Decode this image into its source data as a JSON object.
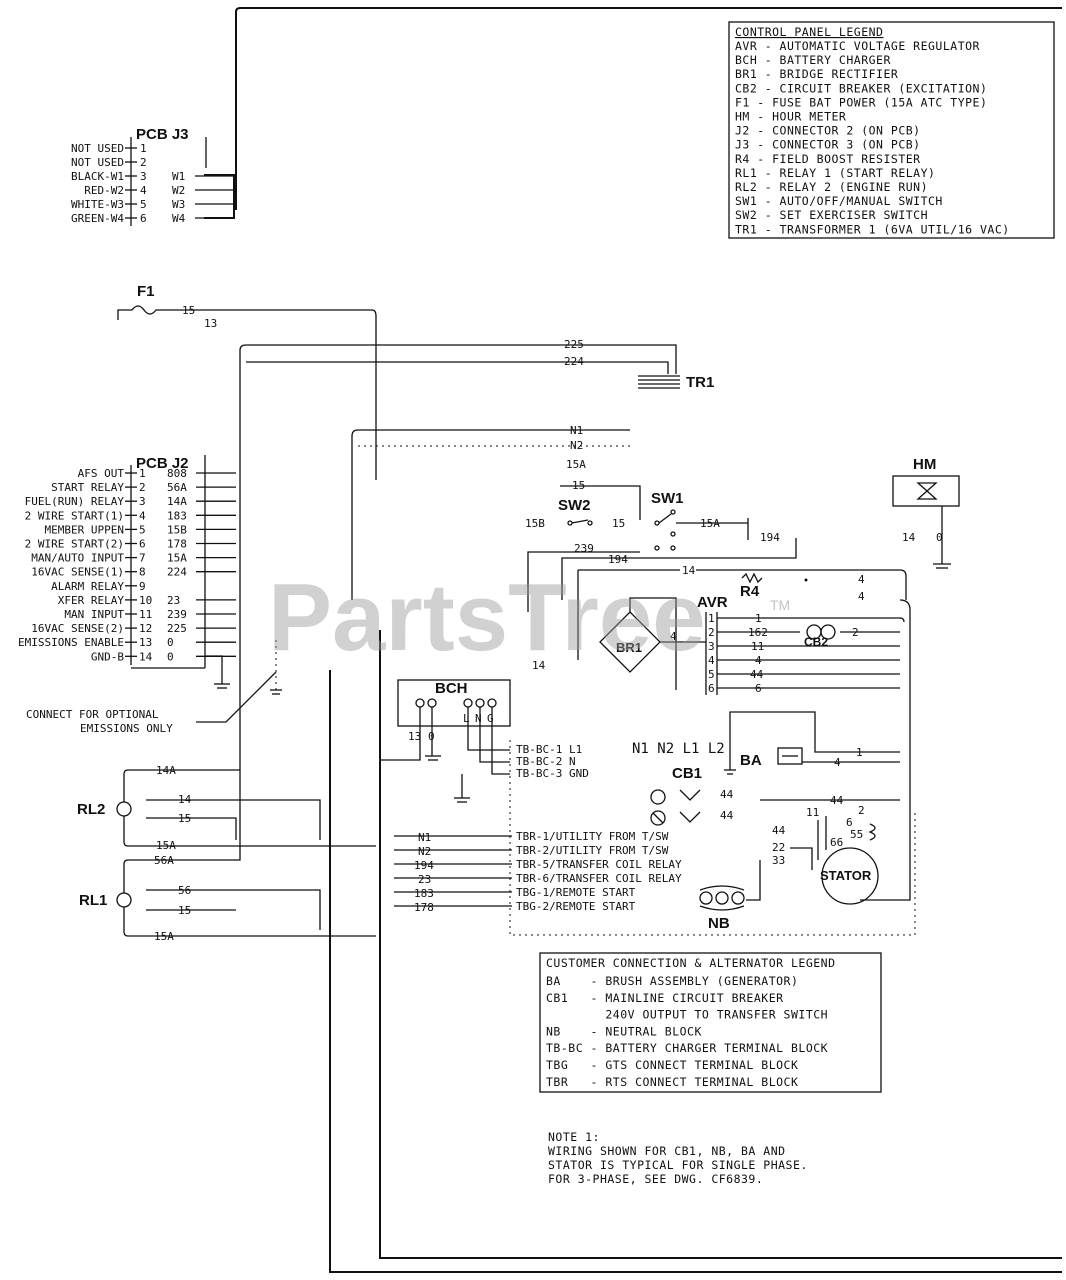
{
  "control_legend": {
    "title": "CONTROL PANEL LEGEND",
    "rows": [
      "AVR  - AUTOMATIC VOLTAGE REGULATOR",
      "BCH  - BATTERY CHARGER",
      "BR1  - BRIDGE RECTIFIER",
      "CB2  - CIRCUIT BREAKER (EXCITATION)",
      "F1   - FUSE BAT POWER (15A ATC TYPE)",
      "HM   - HOUR METER",
      "J2   - CONNECTOR 2 (ON PCB)",
      "J3   - CONNECTOR 3 (ON PCB)",
      "R4   - FIELD BOOST RESISTER",
      "RL1  - RELAY 1 (START RELAY)",
      "RL2  - RELAY 2 (ENGINE RUN)",
      "SW1  - AUTO/OFF/MANUAL SWITCH",
      "SW2  - SET EXERCISER SWITCH",
      "TR1  - TRANSFORMER 1 (6VA UTIL/16 VAC)"
    ]
  },
  "customer_legend": {
    "title": "CUSTOMER CONNECTION & ALTERNATOR LEGEND",
    "rows": [
      "BA    - BRUSH ASSEMBLY (GENERATOR)",
      "CB1   - MAINLINE CIRCUIT BREAKER",
      "        240V OUTPUT TO TRANSFER SWITCH",
      "NB    - NEUTRAL BLOCK",
      "TB-BC - BATTERY CHARGER TERMINAL BLOCK",
      "TBG   - GTS CONNECT TERMINAL BLOCK",
      "TBR   - RTS CONNECT TERMINAL BLOCK"
    ]
  },
  "note": {
    "lines": [
      "NOTE 1:",
      "WIRING SHOWN FOR CB1, NB, BA AND",
      "STATOR IS TYPICAL FOR SINGLE PHASE.",
      "FOR 3-PHASE, SEE DWG. CF6839."
    ]
  },
  "pcb_j3": {
    "title": "PCB J3",
    "rows": [
      {
        "label": "NOT USED",
        "pin": "1",
        "wire": ""
      },
      {
        "label": "NOT USED",
        "pin": "2",
        "wire": ""
      },
      {
        "label": "BLACK-W1",
        "pin": "3",
        "wire": "W1"
      },
      {
        "label": "RED-W2",
        "pin": "4",
        "wire": "W2"
      },
      {
        "label": "WHITE-W3",
        "pin": "5",
        "wire": "W3"
      },
      {
        "label": "GREEN-W4",
        "pin": "6",
        "wire": "W4"
      }
    ]
  },
  "pcb_j2": {
    "title": "PCB J2",
    "rows": [
      {
        "label": "AFS OUT",
        "pin": "1",
        "wire": "808"
      },
      {
        "label": "START RELAY",
        "pin": "2",
        "wire": "56A"
      },
      {
        "label": "FUEL(RUN) RELAY",
        "pin": "3",
        "wire": "14A"
      },
      {
        "label": "2 WIRE START(1)",
        "pin": "4",
        "wire": "183"
      },
      {
        "label": "MEMBER UPPEN",
        "pin": "5",
        "wire": "15B"
      },
      {
        "label": "2 WIRE START(2)",
        "pin": "6",
        "wire": "178"
      },
      {
        "label": "MAN/AUTO INPUT",
        "pin": "7",
        "wire": "15A"
      },
      {
        "label": "16VAC SENSE(1)",
        "pin": "8",
        "wire": "224"
      },
      {
        "label": "ALARM RELAY",
        "pin": "9",
        "wire": ""
      },
      {
        "label": "XFER RELAY",
        "pin": "10",
        "wire": "23"
      },
      {
        "label": "MAN INPUT",
        "pin": "11",
        "wire": "239"
      },
      {
        "label": "16VAC SENSE(2)",
        "pin": "12",
        "wire": "225"
      },
      {
        "label": "EMISSIONS ENABLE",
        "pin": "13",
        "wire": "0"
      },
      {
        "label": "GND-B",
        "pin": "14",
        "wire": "0"
      }
    ]
  },
  "components": {
    "f1": "F1",
    "tr1": "TR1",
    "sw1": "SW1",
    "sw2": "SW2",
    "hm": "HM",
    "r4": "R4",
    "avr": "AVR",
    "br1": "BR1",
    "cb2": "CB2",
    "bch": "BCH",
    "cb1": "CB1",
    "ba": "BA",
    "stator": "STATOR",
    "nb": "NB",
    "rl1": "RL1",
    "rl2": "RL2"
  },
  "wires": {
    "w15_f1": "15",
    "w13_f1": "13",
    "w225": "225",
    "w224": "224",
    "wN1": "N1",
    "wN2": "N2",
    "w15A": "15A",
    "w15": "15",
    "w15B": "15B",
    "w15_sw": "15",
    "w15A_sw": "15A",
    "w194": "194",
    "w239": "239",
    "w194b": "194",
    "w14_top": "14",
    "hm_14": "14",
    "hm_0": "0",
    "avr_1": "1",
    "avr_162": "162",
    "avr_11": "11",
    "avr_4": "4",
    "avr_44": "44",
    "avr_6": "6",
    "cb2_2": "2",
    "br1_in": "4",
    "w14_mid": "14",
    "bch_13": "13",
    "bch_0": "0",
    "ba_1": "1",
    "ba_4": "4",
    "cb1_44": "44",
    "cb1_44b": "44",
    "st_44": "44",
    "st_11": "11",
    "st_6": "6",
    "st_2": "2",
    "st_22": "22",
    "st_33": "33",
    "st_55": "55",
    "st_66": "66",
    "st_44c": "44",
    "r4_4a": "4",
    "r4_4b": "4",
    "rl2_14A": "14A",
    "rl2_14": "14",
    "rl2_15": "15",
    "rl2_15A": "15A",
    "rl1_56A": "56A",
    "rl1_56": "56",
    "rl1_15": "15",
    "rl1_15A": "15A",
    "tb_N1": "N1",
    "tb_N2": "N2",
    "tb_194": "194",
    "tb_23": "23",
    "tb_183": "183",
    "tb_178": "178",
    "util_labels": "N1  N2  L1  L2"
  },
  "tb_bc": [
    "TB-BC-1  L1",
    "TB-BC-2  N",
    "TB-BC-3  GND"
  ],
  "tb_rows": [
    "TBR-1/UTILITY FROM T/SW",
    "TBR-2/UTILITY FROM T/SW",
    "TBR-5/TRANSFER COIL RELAY",
    "TBR-6/TRANSFER COIL RELAY",
    "TBG-1/REMOTE START",
    "TBG-2/REMOTE START"
  ],
  "bch_terms": {
    "l": "L",
    "n": "N",
    "g": "G"
  },
  "emissions_note": {
    "line1": "CONNECT FOR OPTIONAL",
    "line2": "EMISSIONS ONLY"
  },
  "watermark": {
    "text": "PartsTree",
    "tm": "TM"
  }
}
